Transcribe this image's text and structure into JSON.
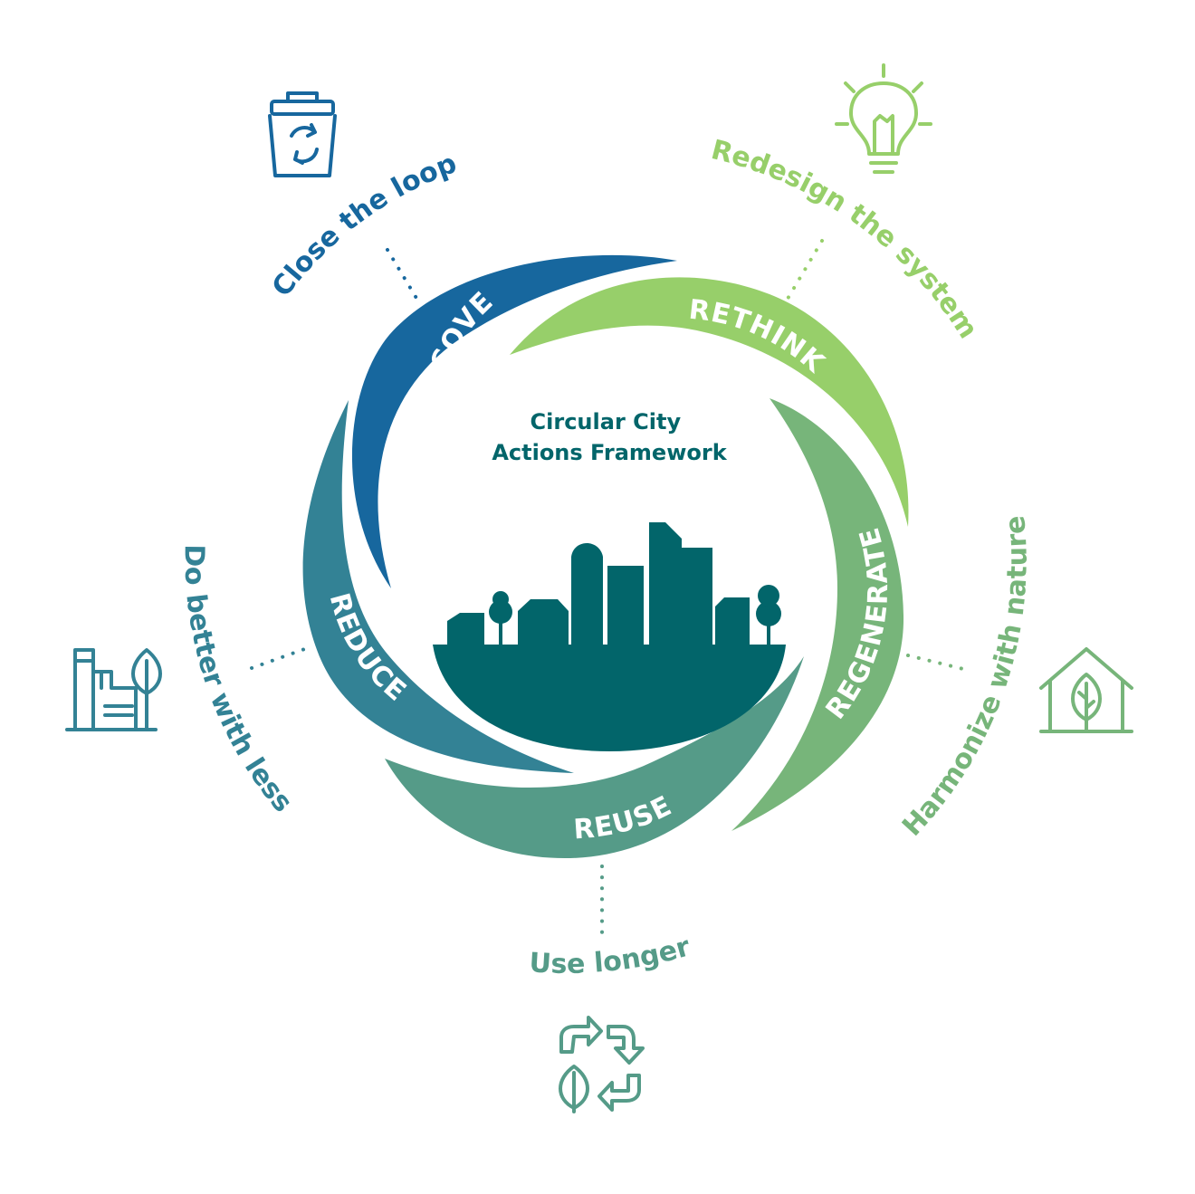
{
  "title": [
    "Circular City",
    "Actions Framework"
  ],
  "colors": {
    "recover": "#17679e",
    "rethink": "#97cf6a",
    "regenerate": "#77b57a",
    "reuse": "#559b88",
    "reduce": "#338295",
    "skyline": "#02656a"
  },
  "segments": [
    {
      "id": "recover",
      "label": "RECOVER",
      "tagline": "Close the loop",
      "icon": "recycle-bin-icon"
    },
    {
      "id": "rethink",
      "label": "RETHINK",
      "tagline": "Redesign the system",
      "icon": "lightbulb-icon"
    },
    {
      "id": "regenerate",
      "label": "REGENERATE",
      "tagline": "Harmonize with nature",
      "icon": "house-leaf-icon"
    },
    {
      "id": "reuse",
      "label": "REUSE",
      "tagline": "Use longer",
      "icon": "recycle-arrows-leaf-icon"
    },
    {
      "id": "reduce",
      "label": "REDUCE",
      "tagline": "Do better with less",
      "icon": "factory-tree-icon"
    }
  ]
}
